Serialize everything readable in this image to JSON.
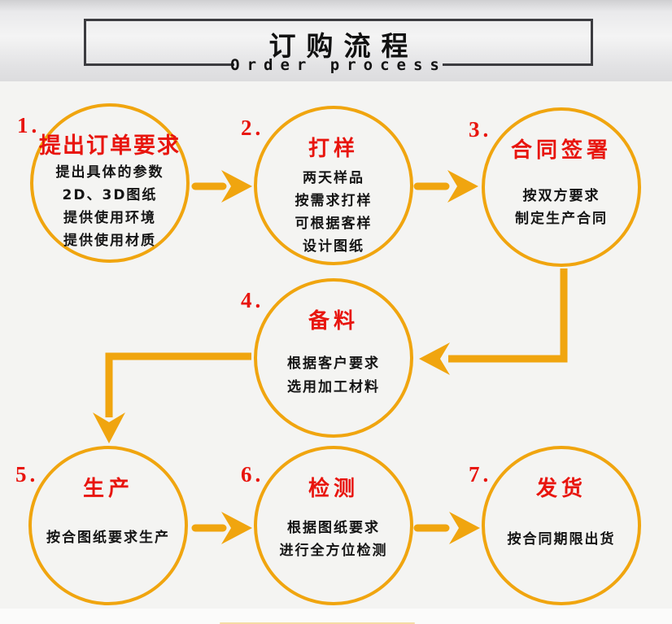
{
  "header": {
    "title": "订购流程",
    "subtitle": "Order process"
  },
  "colors": {
    "accent_orange": "#f0a50f",
    "accent_red": "#e8150e",
    "text_black": "#151515",
    "box_border": "#3c3c40"
  },
  "steps": [
    {
      "number": "1.",
      "title": "提出订单要求",
      "lines": [
        "提出具体的参数",
        "2D、3D图纸",
        "提供使用环境",
        "提供使用材质"
      ]
    },
    {
      "number": "2.",
      "title": "打样",
      "lines": [
        "两天样品",
        "按需求打样",
        "可根据客样",
        "设计图纸"
      ]
    },
    {
      "number": "3.",
      "title": "合同签署",
      "lines": [
        "按双方要求",
        "制定生产合同"
      ]
    },
    {
      "number": "4.",
      "title": "备料",
      "lines": [
        "根据客户要求",
        "选用加工材料"
      ]
    },
    {
      "number": "5.",
      "title": "生产",
      "lines": [
        "按合图纸要求生产"
      ]
    },
    {
      "number": "6.",
      "title": "检测",
      "lines": [
        "根据图纸要求",
        "进行全方位检测"
      ]
    },
    {
      "number": "7.",
      "title": "发货",
      "lines": [
        "按合同期限出货"
      ]
    }
  ],
  "flow": {
    "connections": [
      "step-1 -> step-2",
      "step-2 -> step-3",
      "step-3 -> step-4",
      "step-4 -> step-5",
      "step-5 -> step-6",
      "step-6 -> step-7"
    ]
  }
}
